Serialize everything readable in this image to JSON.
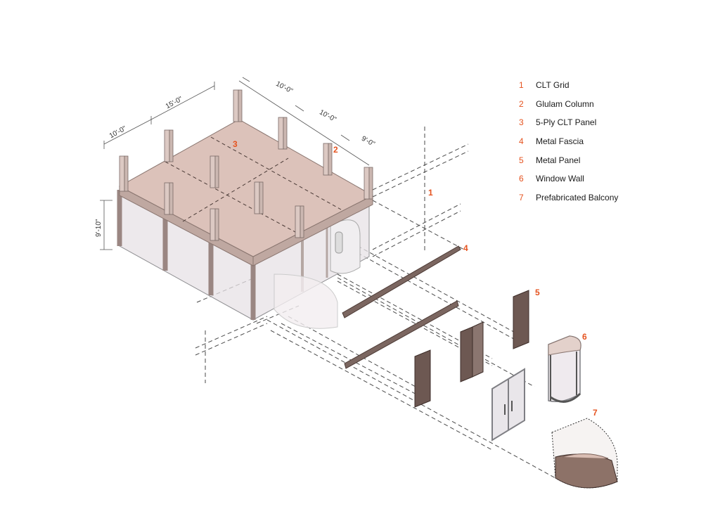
{
  "legend": {
    "items": [
      {
        "num": "1",
        "label": "CLT Grid"
      },
      {
        "num": "2",
        "label": "Glulam Column"
      },
      {
        "num": "3",
        "label": "5-Ply CLT Panel"
      },
      {
        "num": "4",
        "label": "Metal Fascia"
      },
      {
        "num": "5",
        "label": "Metal Panel"
      },
      {
        "num": "6",
        "label": "Window Wall"
      },
      {
        "num": "7",
        "label": "Prefabricated Balcony"
      }
    ]
  },
  "dimensions": {
    "d1": "10'-0\"",
    "d2": "15'-0\"",
    "d3": "10'-0\"",
    "d4": "10'-0\"",
    "d5": "9'-0\"",
    "d6": "9'-10\""
  },
  "callouts": {
    "c1": "1",
    "c2": "2",
    "c3": "3",
    "c4": "4",
    "c5": "5",
    "c6": "6",
    "c7": "7"
  },
  "colors": {
    "accent": "#e5531f",
    "clt": "#dcc2ba",
    "metal": "#6d5852"
  }
}
